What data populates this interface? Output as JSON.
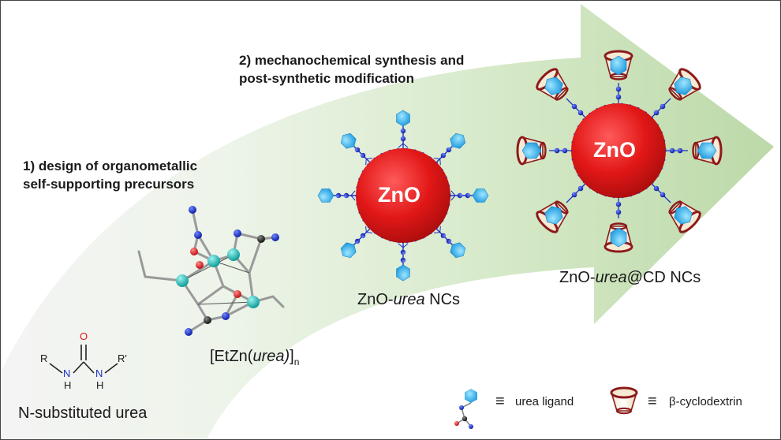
{
  "steps": {
    "step1_line1": "1) design of organometallic",
    "step1_line2": "self-supporting precursors",
    "step2_line1": "2) mechanochemical synthesis and",
    "step2_line2": "post-synthetic modification"
  },
  "structures": {
    "urea_caption": "N-substituted urea",
    "urea_r1": "R",
    "urea_r2": "R'",
    "urea_o": "O",
    "urea_n1": "N",
    "urea_n2": "N",
    "urea_h1": "H",
    "urea_h2": "H",
    "precursor_main": "[EtZn(",
    "precursor_italic": "urea)",
    "precursor_bracket": "]",
    "precursor_sub": "n"
  },
  "nanocrystals": {
    "core_label": "ZnO",
    "nc1_prefix": "ZnO-",
    "nc1_italic": "urea",
    "nc1_suffix": " NCs",
    "nc2_prefix": "ZnO-",
    "nc2_italic": "urea",
    "nc2_suffix": "@CD NCs"
  },
  "legend": {
    "equiv_symbol": "≡",
    "urea_ligand": "urea ligand",
    "cyclodextrin": "β-cyclodextrin"
  },
  "colors": {
    "arrow": "#c6dfb4",
    "zno_core": "#e01b1b",
    "ligand_hex": "#3fb4ec",
    "node_blue": "#1c2fc4",
    "cd_ring": "#8c1a1a"
  }
}
